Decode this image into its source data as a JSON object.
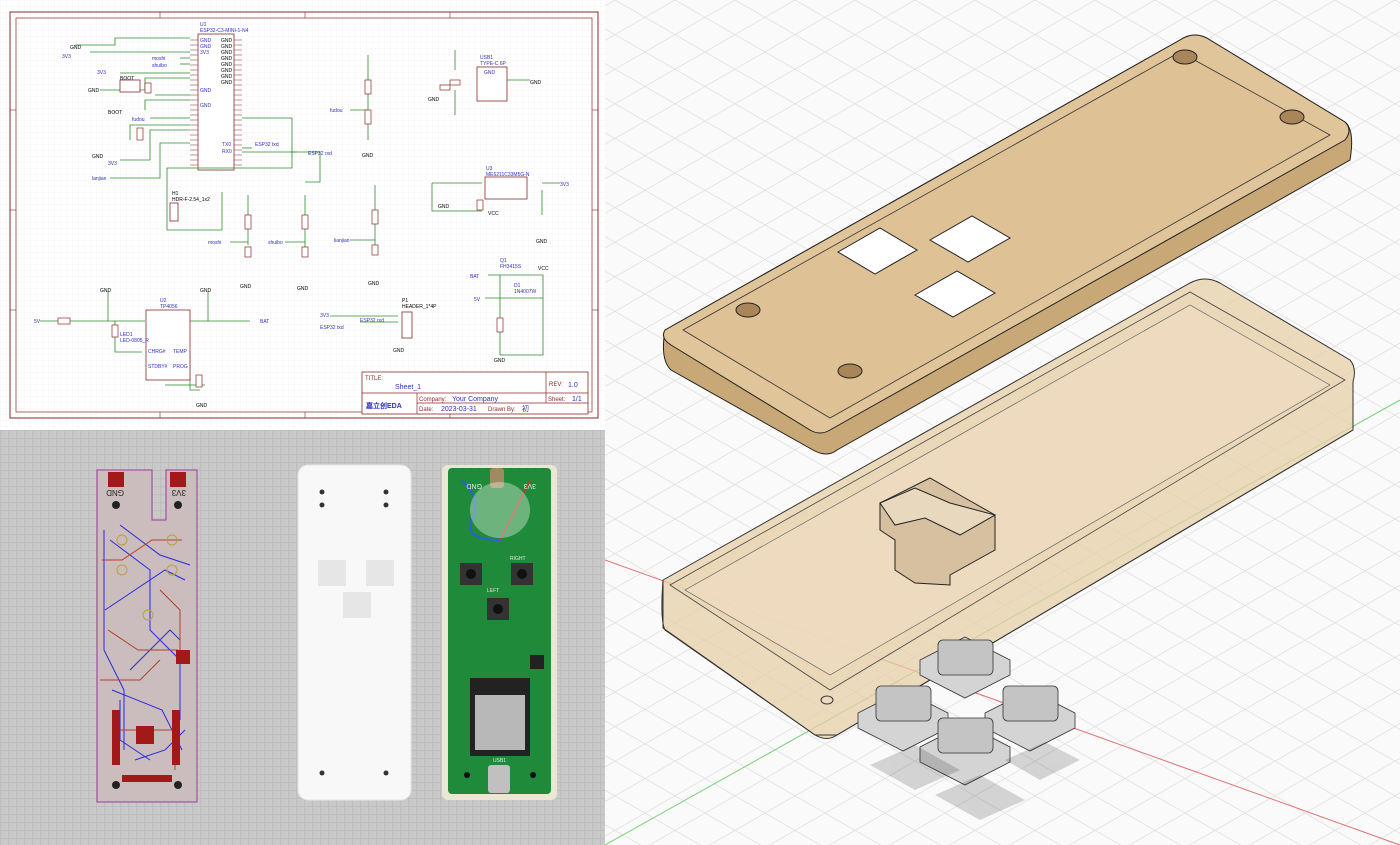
{
  "schematic": {
    "title_block": {
      "title_label": "TITLE:",
      "title": "Sheet_1",
      "rev_label": "REV:",
      "rev": "1.0",
      "company_label": "Company:",
      "company": "Your Company",
      "sheet_label": "Sheet:",
      "sheet": "1/1",
      "date_label": "Date:",
      "date": "2023-03-31",
      "drawn_label": "Drawn By:",
      "drawn": "初",
      "logo": "嘉立创EDA"
    },
    "components": {
      "u1": "U1",
      "u1_part": "ESP32-C3-MINI-1-N4",
      "usb": "USB1",
      "usb_part": "TYPE-C 6P",
      "u3": "U3",
      "u3_part": "ME6211C33M5G-N",
      "u2": "U2",
      "u2_part": "TP4056",
      "q1": "Q1",
      "q1_part": "FH3415S",
      "d1": "D1",
      "d1_part": "1N4007W",
      "header": "H1",
      "header_part": "HDR-F-2.54_1x2",
      "p1": "P1",
      "p1_part": "HEADER_1*4P"
    },
    "nets": {
      "gnd": "GND",
      "v33": "3V3",
      "vcc": "VCC",
      "bat": "BAT",
      "v5": "5V",
      "boot": "BOOT",
      "txd": "ESP32 txd",
      "rxd": "ESP32 rxd",
      "left": "fudou",
      "right": "lianjian",
      "up": "moshi",
      "down": "shuibo",
      "center": "lanjian",
      "tx": "TX0",
      "rx": "RX0",
      "charge": "CHRG#",
      "standby": "STDBY#",
      "temp": "TEMP",
      "prog": "PROG",
      "led": "LED1",
      "led_part": "LED-0805_R"
    }
  },
  "pcb_layout": {
    "silk_gnd": "GND",
    "silk_3v3": "3V3"
  },
  "pcb_photo": {
    "silk_gnd": "GND",
    "silk_3v3": "3V3",
    "silk_usb": "USB1",
    "silk_left": "LEFT",
    "silk_right": "RIGHT"
  },
  "colors": {
    "wire": "#2e8b2e",
    "pin_text": "#3030c0",
    "frame": "#8b2a2a",
    "lid": "#e0c49a",
    "pcb_green": "#1f8a3a"
  }
}
